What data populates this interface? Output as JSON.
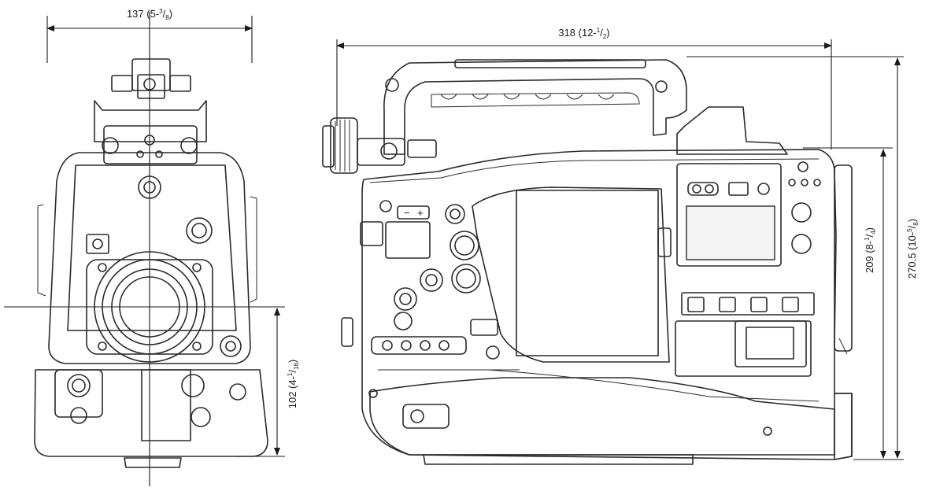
{
  "dimensions": {
    "front_width": {
      "main": "137 (5-",
      "num": "3",
      "den": "8",
      "close": ")"
    },
    "front_height": {
      "main": "102 (4-",
      "num": "1",
      "den": "16",
      "close": ")"
    },
    "side_length": {
      "main": "318 (12-",
      "num": "1",
      "den": "2",
      "close": ")"
    },
    "side_height_mid": {
      "main": "209 (8-",
      "num": "1",
      "den": "4",
      "close": ")"
    },
    "side_height_total": {
      "main": "270.5 (10-",
      "num": "5",
      "den": "8",
      "close": ")"
    }
  },
  "colors": {
    "line": "#2a2a2a",
    "background": "#ffffff"
  }
}
